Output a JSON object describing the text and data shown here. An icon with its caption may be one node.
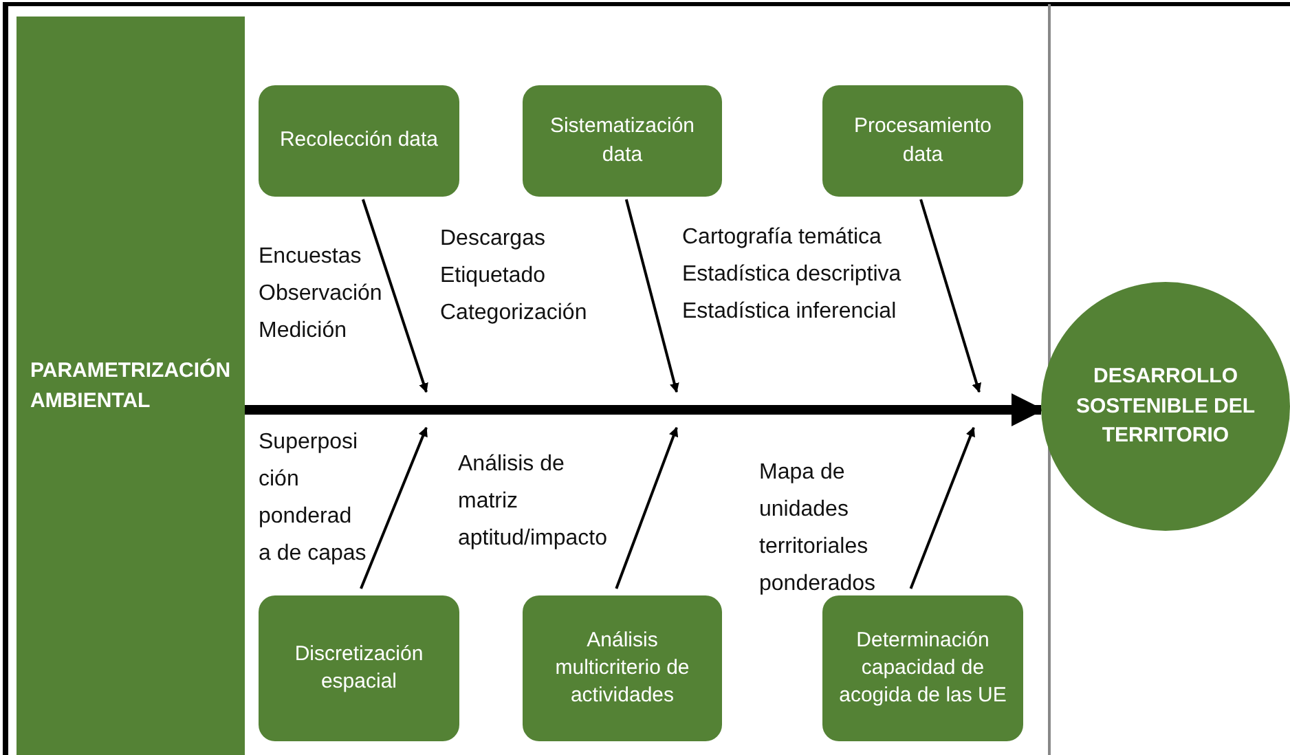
{
  "diagram": {
    "nodes": [
      {
        "text": [
          "PARAMETRIZACIÓN AMBIENTAL"
        ]
      },
      {
        "text": [
          "Recolección data"
        ]
      },
      {
        "text": [
          "Sistematización data"
        ]
      },
      {
        "text": [
          "Procesamiento data"
        ]
      },
      {
        "text": [
          "Discretización espacial"
        ]
      },
      {
        "text": [
          "Análisis multicriterio de actividades"
        ]
      },
      {
        "text": [
          "Determinación capacidad de acogida de las UE"
        ]
      },
      {
        "text": [
          "DESARROLLO SOSTENIBLE DEL TERRITORIO"
        ]
      }
    ],
    "edges": [
      {
        "from": 1,
        "to": null,
        "arrow": "to"
      },
      {
        "from": 2,
        "to": null,
        "arrow": "to"
      },
      {
        "from": 3,
        "to": null,
        "arrow": "to"
      },
      {
        "from": 0,
        "to": 7,
        "arrow": "to",
        "style": "thick"
      },
      {
        "from": 4,
        "to": null,
        "arrow": "to"
      },
      {
        "from": 5,
        "to": null,
        "arrow": "to"
      },
      {
        "from": 6,
        "to": null,
        "arrow": "to"
      }
    ],
    "labels": [
      "Encuestas",
      "Observación",
      "Medición",
      "Descargas",
      "Etiquetado",
      "Categorización",
      "Cartografía temática",
      "Estadística descriptiva",
      "Estadística inferencial",
      "Superposi",
      "ción",
      "ponderad",
      "a de capas",
      "Análisis de matriz aptitud/impacto",
      "Mapa de unidades territoriales ponderados"
    ]
  }
}
